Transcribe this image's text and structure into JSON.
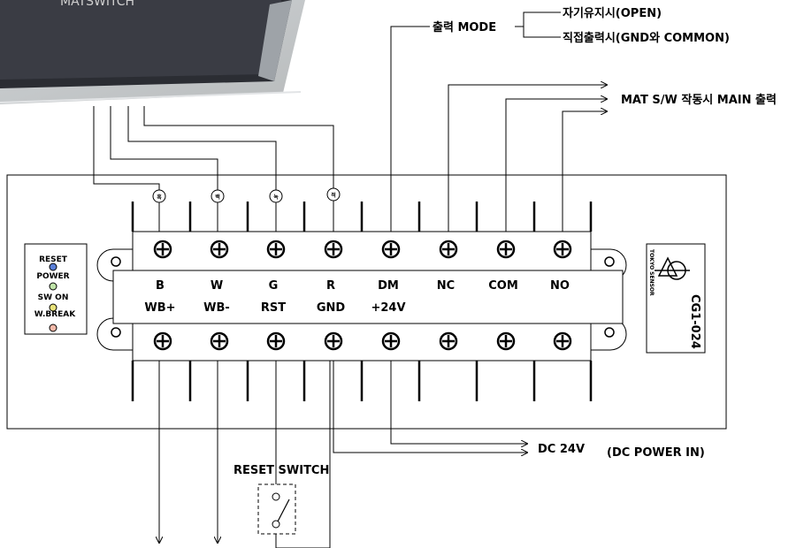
{
  "photo": {
    "caption": "MATSWITCH"
  },
  "top_labels": {
    "output_mode": "출력 MODE",
    "mode_open": "자기유지시(OPEN)",
    "mode_direct": "직접출력시(GND와 COMMON)",
    "main_output": "MAT S/W 작동시 MAIN 출력"
  },
  "wire_colors": [
    "흑",
    "백",
    "녹",
    "적"
  ],
  "leds": [
    "RESET",
    "POWER",
    "SW ON",
    "W.BREAK"
  ],
  "led_colors": [
    "#5a7fd8",
    "#bfe3a8",
    "#e8e27a",
    "#f2b8a8"
  ],
  "terminals_top": [
    "B",
    "W",
    "G",
    "R",
    "DM",
    "NC",
    "COM",
    "NO"
  ],
  "terminals_bottom": [
    "WB+",
    "WB-",
    "RST",
    "GND",
    "+24V"
  ],
  "brand": {
    "model": "CG1-024",
    "maker": "TOKYO SENSOR"
  },
  "bottom_labels": {
    "dc": "DC 24V",
    "dc_in": "(DC POWER IN)",
    "reset_switch": "RESET SWITCH"
  }
}
